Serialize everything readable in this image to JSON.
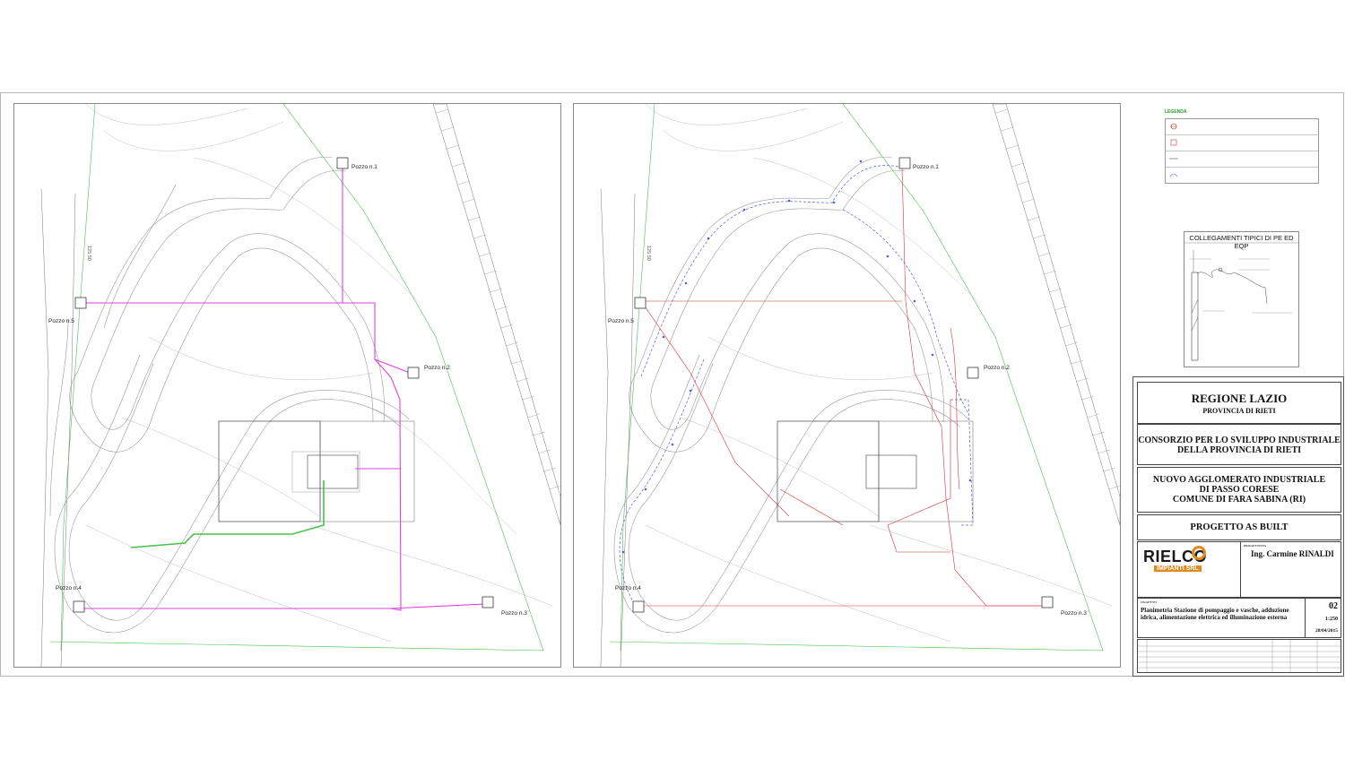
{
  "plans": {
    "left": {
      "wells": [
        "Pozzo n.1",
        "Pozzo n.2",
        "Pozzo n.3",
        "Pozzo n.4",
        "Pozzo n.5"
      ],
      "elevation": "125.50"
    },
    "right": {
      "wells": [
        "Pozzo n.1",
        "Pozzo n.2",
        "Pozzo n.3",
        "Pozzo n.4",
        "Pozzo n.5"
      ],
      "elevation": "125.50"
    }
  },
  "legend": {
    "title": "LEGENDA",
    "colors": {
      "pink": "#e040e0",
      "red": "#e03030",
      "blue": "#5560d8",
      "green": "#3cb03c"
    }
  },
  "connection_detail": {
    "title": "COLLEGAMENTI TIPICI DI PE ED EQP"
  },
  "title_block": {
    "region": "REGIONE LAZIO",
    "province": "PROVINCIA DI RIETI",
    "client_line1": "CONSORZIO PER LO SVILUPPO INDUSTRIALE",
    "client_line2": "DELLA PROVINCIA DI RIETI",
    "project_line1": "NUOVO AGGLOMERATO INDUSTRIALE",
    "project_line2": "DI PASSO CORESE",
    "project_line3": "COMUNE DI FARA SABINA (RI)",
    "stage": "PROGETTO AS BUILT",
    "company_logo": "RIELCO",
    "company_sub": "IMPIANTI SRL",
    "designer_label": "PROGETTISTA",
    "designer": "Ing. Carmine RINALDI",
    "drawing_label": "OGGETTO",
    "drawing_title": "Planimetria Stazione di pompaggio e vasche, adduzione idrica, alimentazione elettrica ed illuminazione esterna",
    "sheet_number": "02",
    "scale": "1:250",
    "date": "28/04/2015"
  }
}
